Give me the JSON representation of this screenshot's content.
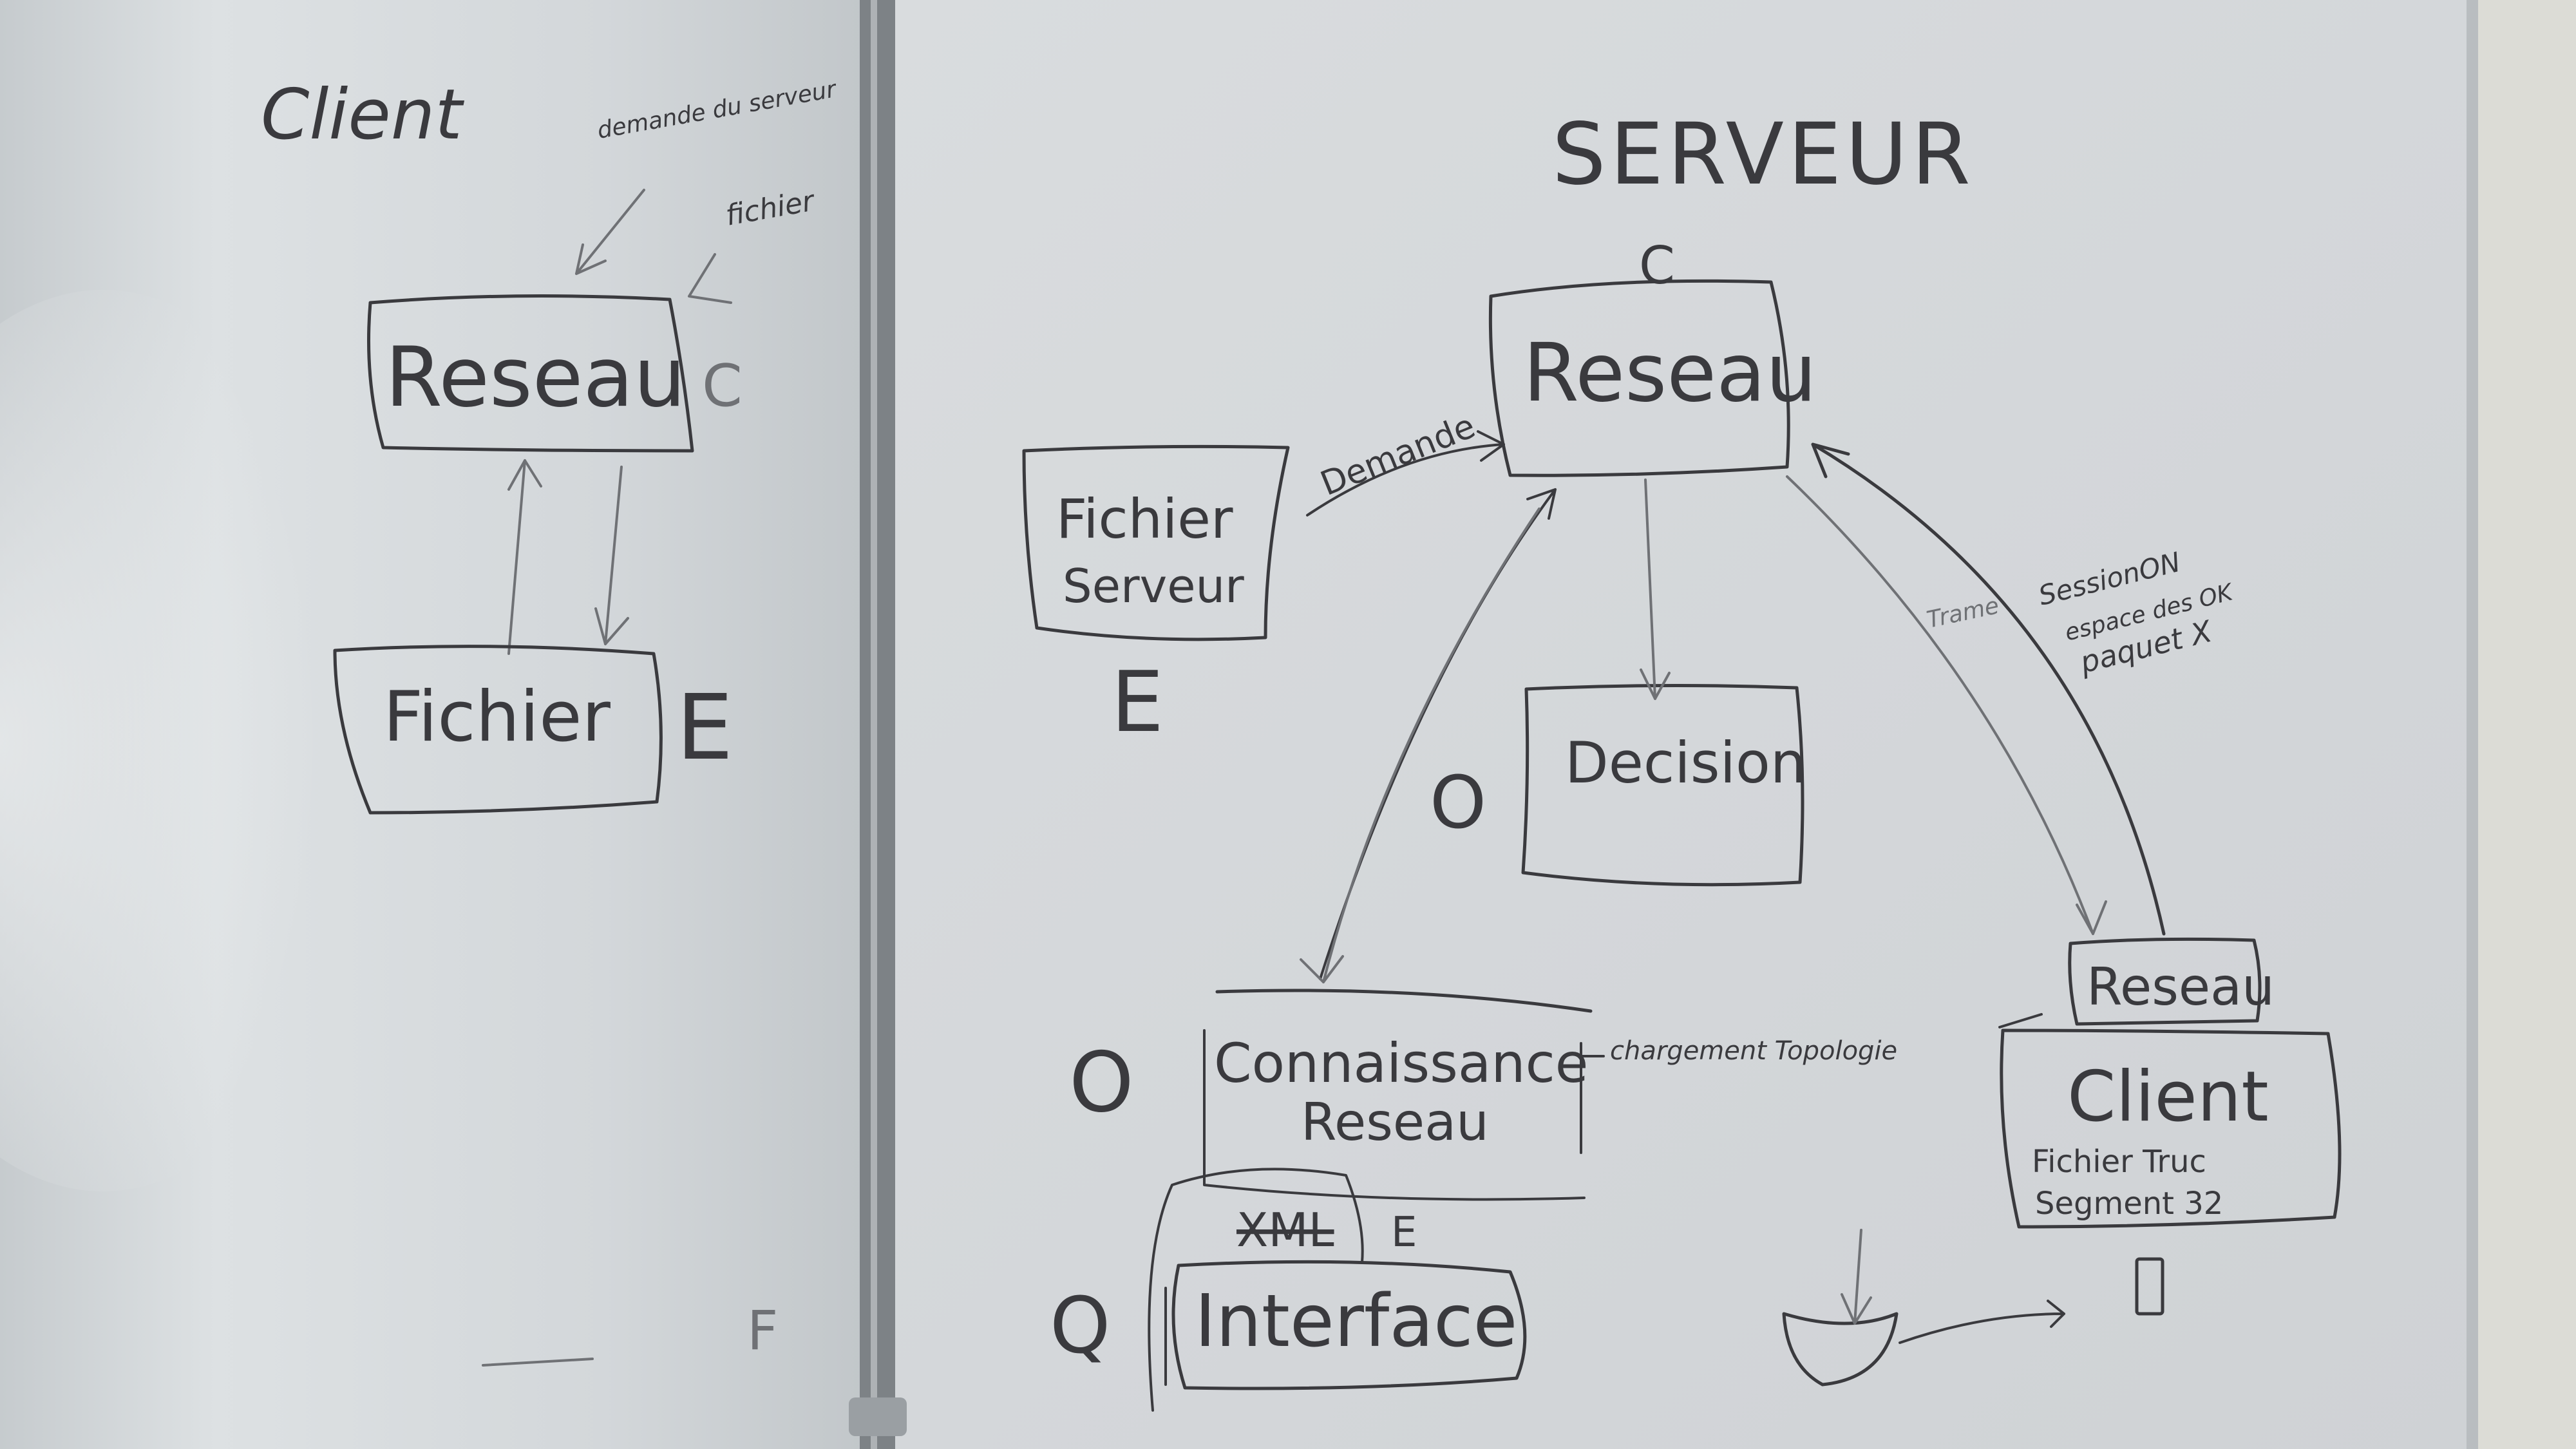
{
  "client_panel": {
    "title": "Client",
    "note_request": "demande du serveur",
    "note_file": "fichier",
    "network_box": "Reseau",
    "network_tag": "C",
    "file_box": "Fichier",
    "file_tag": "E",
    "bottom_mark": "F"
  },
  "server_panel": {
    "title": "SERVEUR",
    "network_box": "Reseau",
    "network_tag": "C",
    "file_box_line1": "Fichier",
    "file_box_line2": "Serveur",
    "file_tag": "E",
    "demande_label": "Demande",
    "decision_box": "Decision",
    "decision_tag": "O",
    "knowledge_line1": "Connaissance",
    "knowledge_line2": "Reseau",
    "knowledge_tag": "O",
    "knowledge_note": "chargement Topologie",
    "xml_label": "XML",
    "xml_tag": "E",
    "interface_box": "Interface",
    "interface_tag": "Q",
    "session_note_line1": "SessionON",
    "session_note_line2": "espace des OK",
    "session_note_line3": "paquet X",
    "arrow_label": "Trame",
    "client_network_box": "Reseau",
    "client_box": "Client",
    "client_line1": "Fichier Truc",
    "client_line2": "Segment 32"
  }
}
